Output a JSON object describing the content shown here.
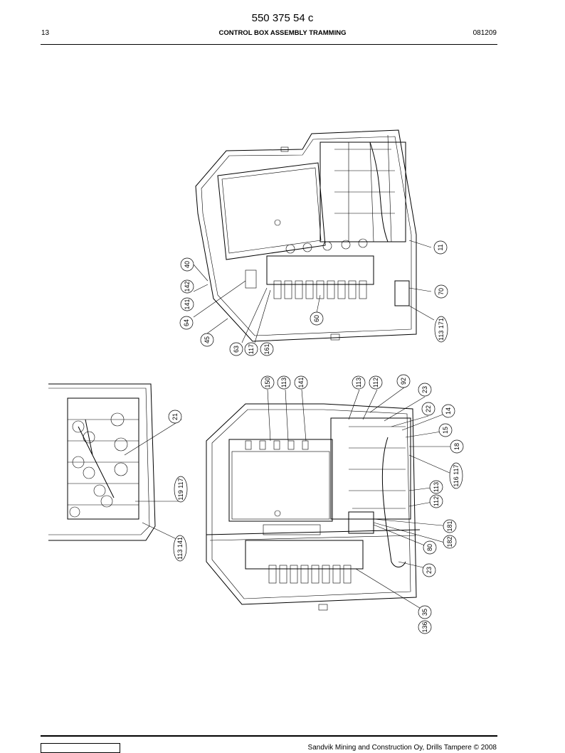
{
  "header": {
    "doc_number": "550 375 54 c",
    "page_number": "13",
    "title": "CONTROL BOX ASSEMBLY TRAMMING",
    "date_code": "081209"
  },
  "footer": {
    "copyright": "Sandvik Mining and Construction Oy, Drills Tampere © 2008"
  },
  "callouts": {
    "top": [
      "11",
      "70",
      "113 171",
      "60",
      "40",
      "142",
      "141",
      "64",
      "45",
      "63",
      "117",
      "161"
    ],
    "bottom": [
      "150",
      "113",
      "141",
      "113",
      "112",
      "92",
      "23",
      "22",
      "14",
      "15",
      "18",
      "116 117",
      "113",
      "112",
      "181",
      "182",
      "80",
      "23",
      "35",
      "136"
    ],
    "left": [
      "21",
      "119 117",
      "113 141"
    ]
  }
}
